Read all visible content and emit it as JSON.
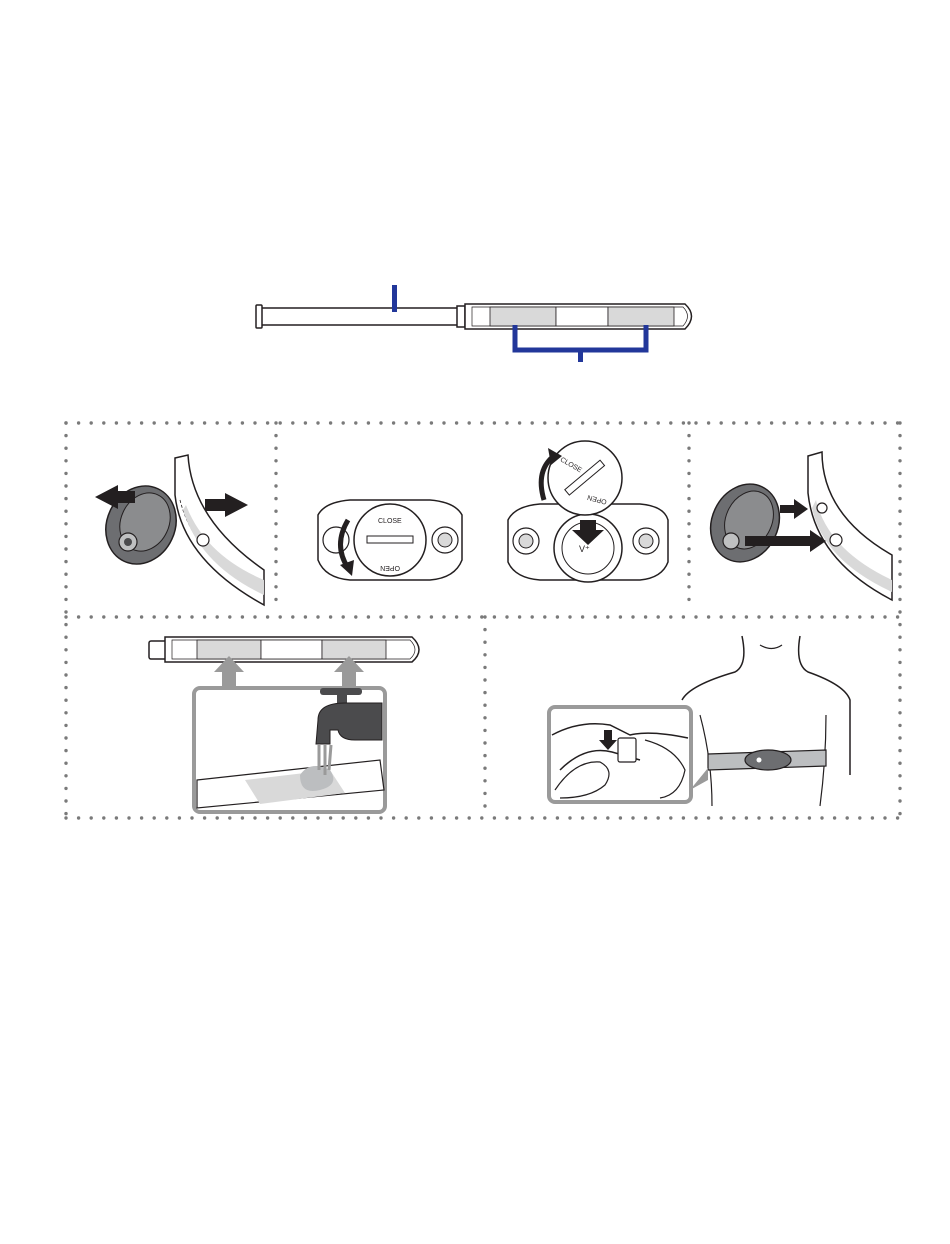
{
  "colors": {
    "callout_blue": "#22379a",
    "ink": "#231f20",
    "pad_gray": "#d9d9d9",
    "dark_gray": "#6d6e71",
    "arrow_gray": "#9a9a9a",
    "dot_gray": "#7a7a7a"
  },
  "dial_labels": {
    "close": "CLOSE",
    "open": "OPEN"
  },
  "icons": [
    "strap-callout",
    "module-detach-arrows",
    "battery-cover-turn-arrow",
    "battery-insert-arrow",
    "module-attach-arrows",
    "water-tap-icon",
    "chest-strap-wearer"
  ]
}
